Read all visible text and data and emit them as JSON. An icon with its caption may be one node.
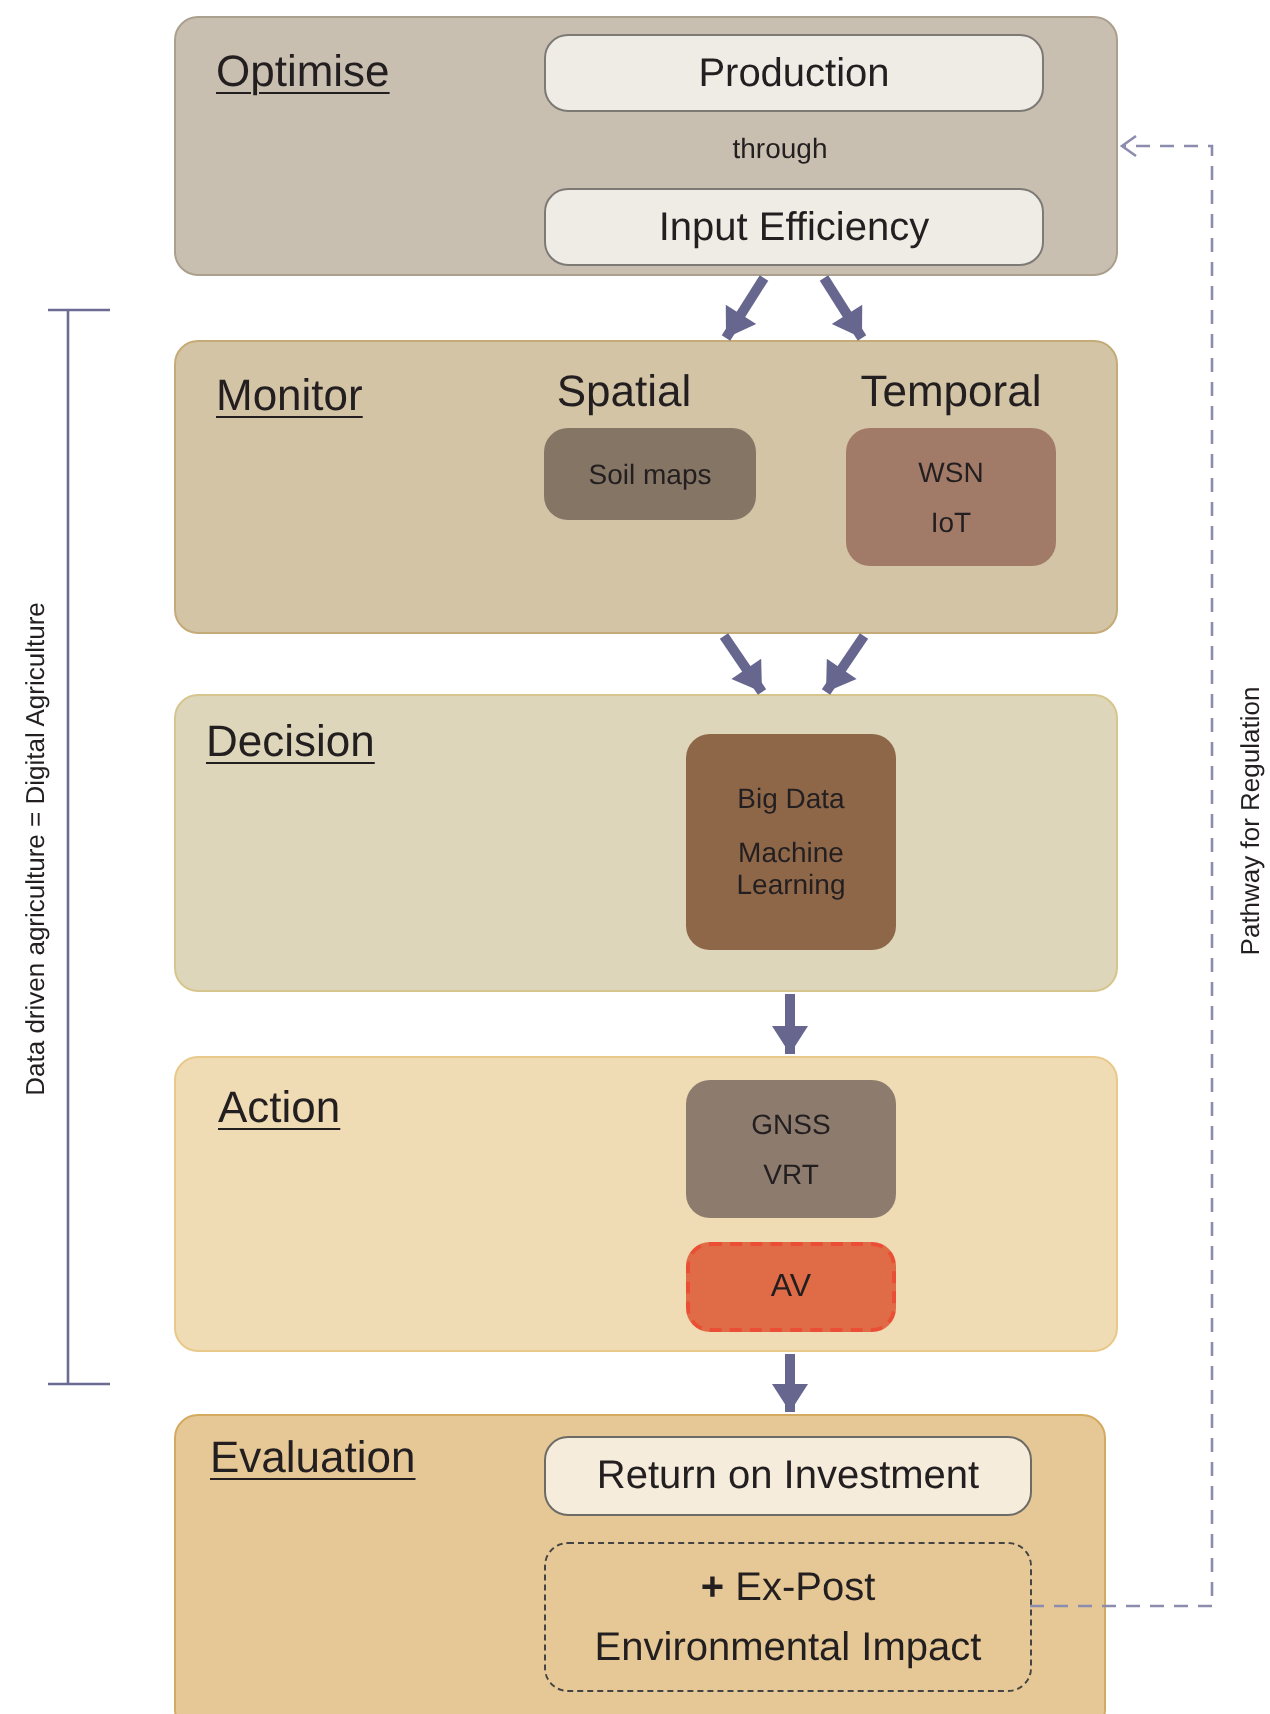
{
  "diagram": {
    "nodes": [
      {
        "text": [
          "Optimise",
          "through"
        ]
      },
      {
        "text": [
          "Production"
        ],
        "in": 0
      },
      {
        "text": [
          "Input Efficiency"
        ],
        "in": 0
      },
      {
        "text": [
          "Monitor",
          "Spatial",
          "Temporal"
        ]
      },
      {
        "text": [
          "Soil maps"
        ],
        "in": 3
      },
      {
        "text": [
          "WSN",
          "IoT"
        ],
        "in": 3
      },
      {
        "text": [
          "Decision"
        ]
      },
      {
        "text": [
          "Big Data",
          "Machine Learning"
        ],
        "in": 6
      },
      {
        "text": [
          "Action"
        ]
      },
      {
        "text": [
          "GNSS",
          "VRT"
        ],
        "in": 8
      },
      {
        "text": [
          "AV"
        ],
        "in": 8
      },
      {
        "text": [
          "Evaluation"
        ]
      },
      {
        "text": [
          "Return on Investment"
        ],
        "in": 11
      },
      {
        "text": [
          "**+** Ex-Post Environmental Impact"
        ],
        "in": 11
      }
    ],
    "edges": [
      {
        "from": 0,
        "to": 3,
        "arrow": "to"
      },
      {
        "from": 0,
        "to": 3,
        "arrow": "to"
      },
      {
        "from": 3,
        "to": 6,
        "arrow": "to"
      },
      {
        "from": 3,
        "to": 6,
        "arrow": "to"
      },
      {
        "from": 6,
        "to": 8,
        "arrow": "to"
      },
      {
        "from": 8,
        "to": 11,
        "arrow": "to"
      },
      {
        "from": 13,
        "to": 0,
        "arrow": "to",
        "label": "Pathway for Regulation",
        "style": "dashed",
        "color": "#8c8cae"
      }
    ],
    "labels": [
      "Data driven agriculture = Digital Agriculture"
    ]
  }
}
